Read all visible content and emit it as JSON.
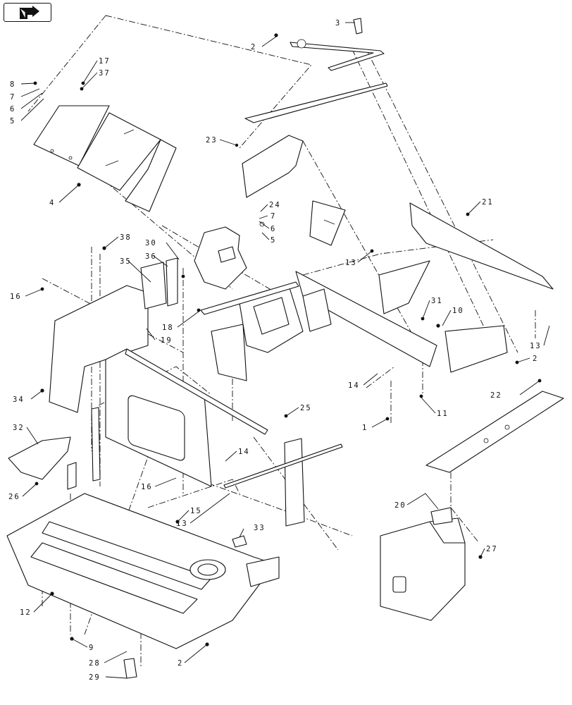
{
  "diagram": {
    "nav_icon": "next-page-arrow-icon",
    "callouts": [
      {
        "id": "c-3",
        "text": "3"
      },
      {
        "id": "c-2a",
        "text": "2"
      },
      {
        "id": "c-17",
        "text": "17"
      },
      {
        "id": "c-37",
        "text": "37"
      },
      {
        "id": "c-8",
        "text": "8"
      },
      {
        "id": "c-7a",
        "text": "7"
      },
      {
        "id": "c-6a",
        "text": "6"
      },
      {
        "id": "c-5a",
        "text": "5"
      },
      {
        "id": "c-23",
        "text": "23"
      },
      {
        "id": "c-4",
        "text": "4"
      },
      {
        "id": "c-24",
        "text": "24"
      },
      {
        "id": "c-7b",
        "text": "7"
      },
      {
        "id": "c-6b",
        "text": "6"
      },
      {
        "id": "c-5b",
        "text": "5"
      },
      {
        "id": "c-21",
        "text": "21"
      },
      {
        "id": "c-38",
        "text": "38"
      },
      {
        "id": "c-30",
        "text": "30"
      },
      {
        "id": "c-36",
        "text": "36"
      },
      {
        "id": "c-35",
        "text": "35"
      },
      {
        "id": "c-13a",
        "text": "13"
      },
      {
        "id": "c-16a",
        "text": "16"
      },
      {
        "id": "c-31",
        "text": "31"
      },
      {
        "id": "c-10",
        "text": "10"
      },
      {
        "id": "c-18",
        "text": "18"
      },
      {
        "id": "c-19",
        "text": "19"
      },
      {
        "id": "c-13b",
        "text": "13"
      },
      {
        "id": "c-2b",
        "text": "2"
      },
      {
        "id": "c-14a",
        "text": "14"
      },
      {
        "id": "c-34",
        "text": "34"
      },
      {
        "id": "c-22",
        "text": "22"
      },
      {
        "id": "c-11",
        "text": "11"
      },
      {
        "id": "c-25",
        "text": "25"
      },
      {
        "id": "c-1",
        "text": "1"
      },
      {
        "id": "c-32",
        "text": "32"
      },
      {
        "id": "c-14b",
        "text": "14"
      },
      {
        "id": "c-26",
        "text": "26"
      },
      {
        "id": "c-16b",
        "text": "16"
      },
      {
        "id": "c-20",
        "text": "20"
      },
      {
        "id": "c-15",
        "text": "15"
      },
      {
        "id": "c-13c",
        "text": "13"
      },
      {
        "id": "c-33",
        "text": "33"
      },
      {
        "id": "c-27",
        "text": "27"
      },
      {
        "id": "c-12",
        "text": "12"
      },
      {
        "id": "c-9",
        "text": "9"
      },
      {
        "id": "c-28",
        "text": "28"
      },
      {
        "id": "c-2c",
        "text": "2"
      },
      {
        "id": "c-29",
        "text": "29"
      }
    ]
  }
}
